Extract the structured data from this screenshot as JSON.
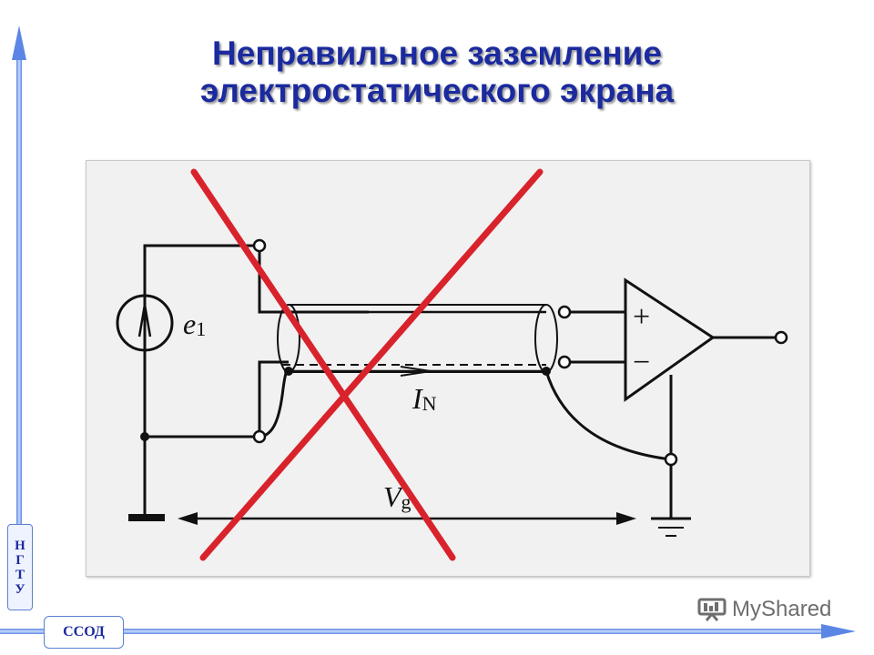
{
  "slide": {
    "title_line1": "Неправильное заземление",
    "title_line2": "электростатического экрана",
    "title_color": "#1b2a9e"
  },
  "branding": {
    "logo_letters": [
      "Н",
      "Г",
      "Т",
      "У"
    ],
    "footer_label": "ССОД",
    "watermark_text": "MyShared",
    "accent_color": "#4a7fe0"
  },
  "diagram": {
    "source_label": "e",
    "source_subscript": "1",
    "current_label": "I",
    "current_subscript": "N",
    "voltage_label": "V",
    "voltage_subscript": "g",
    "plus_sign": "+",
    "minus_sign": "−",
    "cross_color": "#d9232c"
  }
}
